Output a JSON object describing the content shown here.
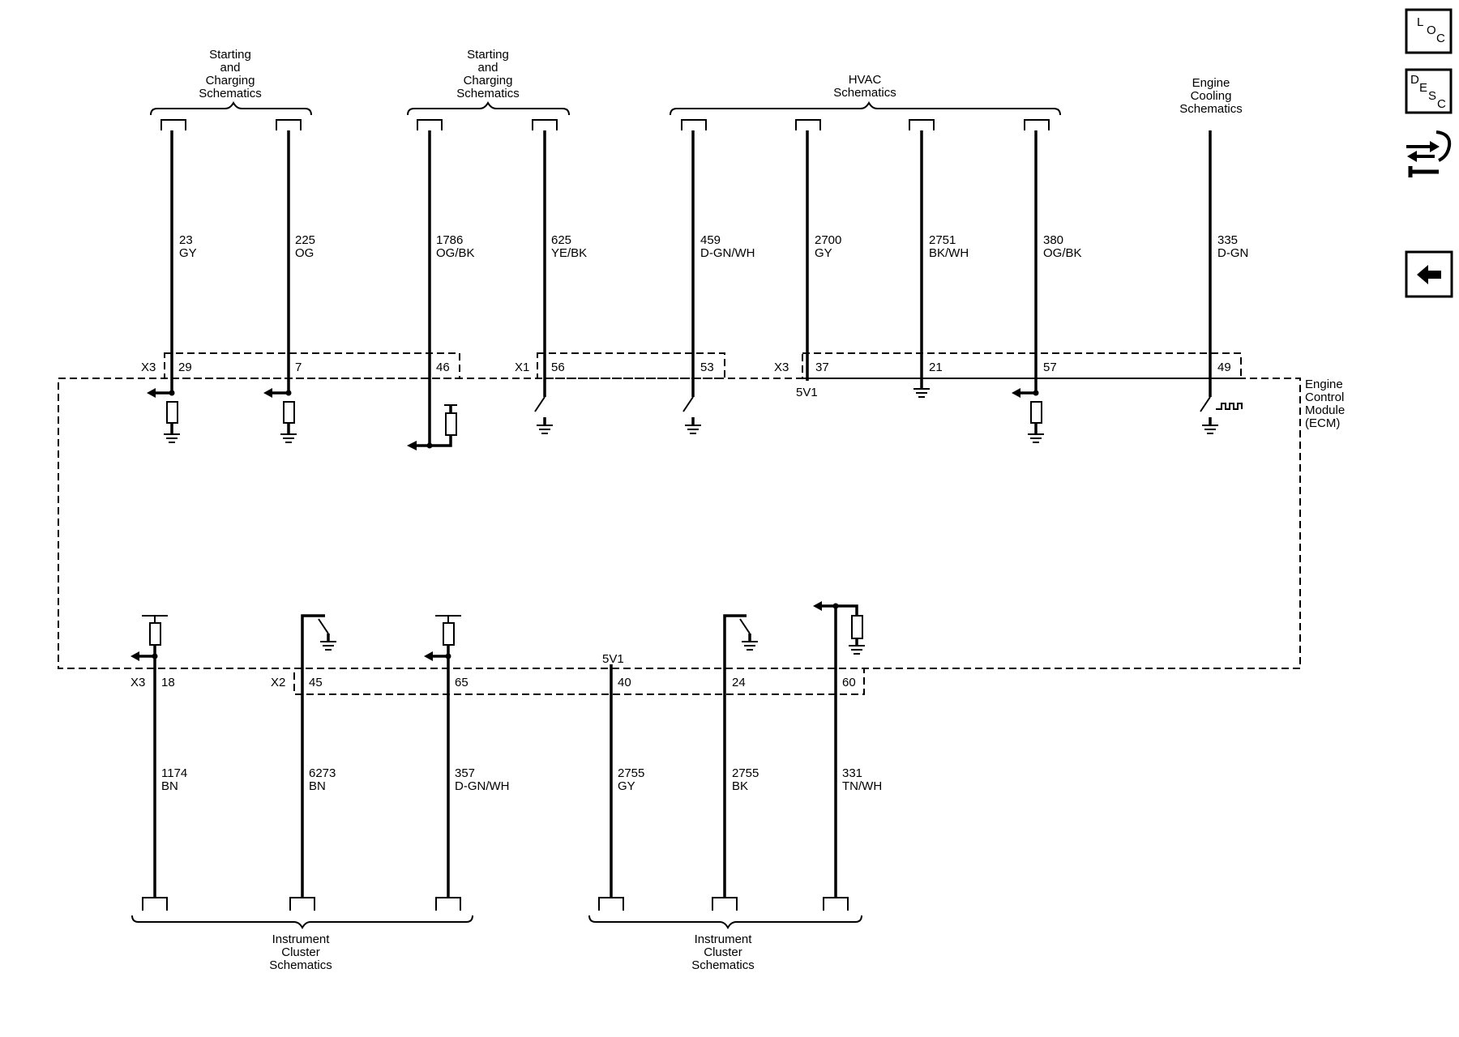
{
  "module": {
    "label_lines": [
      "Engine",
      "Control",
      "Module",
      "(ECM)"
    ],
    "top_5v1": "5V1",
    "bottom_5v1": "5V1"
  },
  "groups": [
    {
      "lines": [
        "Starting",
        "and",
        "Charging",
        "Schematics"
      ]
    },
    {
      "lines": [
        "Starting",
        "and",
        "Charging",
        "Schematics"
      ]
    },
    {
      "lines": [
        "HVAC",
        "Schematics"
      ]
    },
    {
      "lines": [
        "Engine",
        "Cooling",
        "Schematics"
      ]
    },
    {
      "lines": [
        "Instrument",
        "Cluster",
        "Schematics"
      ]
    },
    {
      "lines": [
        "Instrument",
        "Cluster",
        "Schematics"
      ]
    }
  ],
  "top_wires": [
    {
      "connector": "X3",
      "pin": "29",
      "circuit": "23",
      "color": "GY"
    },
    {
      "connector": "",
      "pin": "7",
      "circuit": "225",
      "color": "OG"
    },
    {
      "connector": "",
      "pin": "46",
      "circuit": "1786",
      "color": "OG/BK"
    },
    {
      "connector": "X1",
      "pin": "56",
      "circuit": "625",
      "color": "YE/BK"
    },
    {
      "connector": "",
      "pin": "53",
      "circuit": "459",
      "color": "D-GN/WH"
    },
    {
      "connector": "X3",
      "pin": "37",
      "circuit": "2700",
      "color": "GY"
    },
    {
      "connector": "",
      "pin": "21",
      "circuit": "2751",
      "color": "BK/WH"
    },
    {
      "connector": "",
      "pin": "57",
      "circuit": "380",
      "color": "OG/BK"
    },
    {
      "connector": "",
      "pin": "49",
      "circuit": "335",
      "color": "D-GN"
    }
  ],
  "bottom_wires": [
    {
      "connector": "X3",
      "pin": "18",
      "circuit": "1174",
      "color": "BN"
    },
    {
      "connector": "X2",
      "pin": "45",
      "circuit": "6273",
      "color": "BN"
    },
    {
      "connector": "",
      "pin": "65",
      "circuit": "357",
      "color": "D-GN/WH"
    },
    {
      "connector": "",
      "pin": "40",
      "circuit": "2755",
      "color": "GY"
    },
    {
      "connector": "",
      "pin": "24",
      "circuit": "2755",
      "color": "BK"
    },
    {
      "connector": "",
      "pin": "60",
      "circuit": "331",
      "color": "TN/WH"
    }
  ],
  "sidebar": [
    {
      "icon": "location-icon",
      "chars": [
        "L",
        "O",
        "C"
      ]
    },
    {
      "icon": "description-icon",
      "chars": [
        "D",
        "E",
        "S",
        "C"
      ]
    },
    {
      "icon": "connector-repair-icon"
    },
    {
      "icon": "back-arrow-icon"
    }
  ]
}
